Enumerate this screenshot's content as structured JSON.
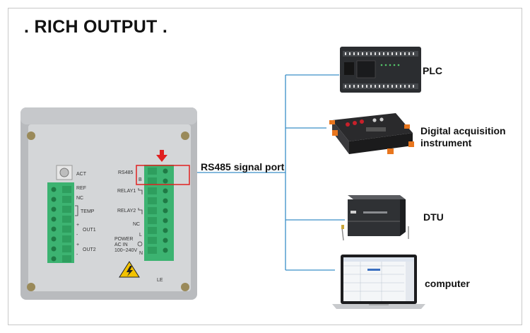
{
  "title": ". RICH OUTPUT .",
  "callout_label": "RS485 signal port",
  "devices": [
    {
      "label": "PLC",
      "icon": "plc-icon"
    },
    {
      "label": "Digital acquisition instrument",
      "icon": "data-acquisition-icon"
    },
    {
      "label": "DTU",
      "icon": "dtu-icon"
    },
    {
      "label": "computer",
      "icon": "laptop-icon"
    }
  ],
  "terminal_labels": {
    "act": "ACT",
    "ref": "REF",
    "nc_left": "NC",
    "temp": "TEMP",
    "plus1": "+",
    "out1": "OUT1",
    "minus1": "-",
    "plus2": "+",
    "out2": "OUT2",
    "minus2": "-",
    "rs485": "RS485",
    "b": "B",
    "relay1": "RELAY1",
    "relay2": "RELAY2",
    "nc_right": "NC",
    "power1": "POWER",
    "power2": "AC IN",
    "power3": "100~240V",
    "l": "L",
    "n": "N",
    "le": "LE"
  },
  "colors": {
    "line": "#3a8fc8",
    "highlight": "#e02020",
    "terminal": "#3cb371",
    "panel": "#c9cbce"
  }
}
